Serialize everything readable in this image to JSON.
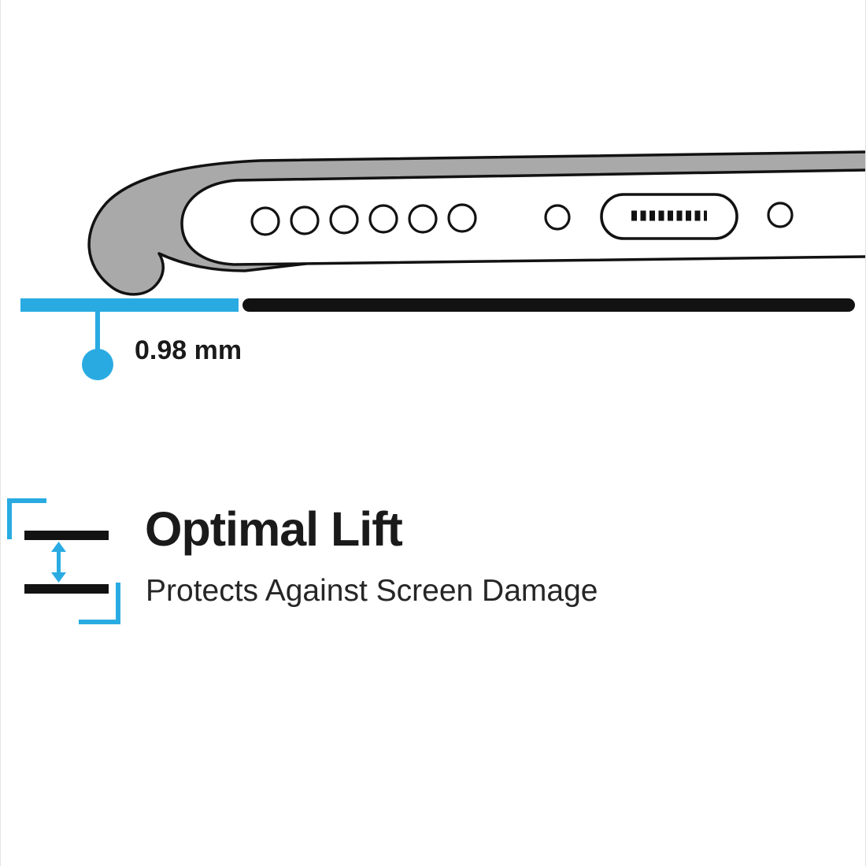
{
  "page": {
    "background": "#ffffff"
  },
  "colors": {
    "accent": "#29ABE2",
    "ink": "#121212",
    "case_gray": "#A9A9A9",
    "text_dark": "#1A1A1A"
  },
  "illustration": {
    "description": "side view of phone bottom edge inside a case with raised lip",
    "speaker_hole_count": 6,
    "measurement": {
      "value": "0.98 mm"
    }
  },
  "feature": {
    "title": "Optimal Lift",
    "subtitle": "Protects Against Screen Damage"
  },
  "icons": {
    "lift_icon": "vertical-lift-spacing-arrow",
    "charging_port_icon": "lightning-charging-port",
    "speaker_holes_icon": "speaker-grille-holes"
  }
}
